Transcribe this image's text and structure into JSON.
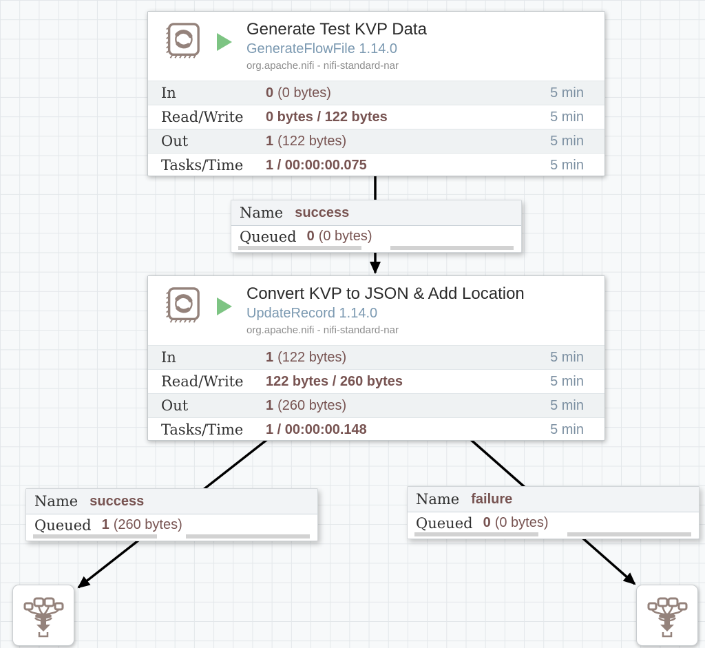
{
  "colors": {
    "canvas_bg": "#f7f9fa",
    "grid_line": "#e3e7ea",
    "stat_value_maroon": "#775351",
    "time_window_blue": "#7b8fa1",
    "processor_type_blue": "#7b99b1",
    "run_status_green": "#7dc483",
    "component_icon_brown": "#94827b",
    "wire_black": "#000000"
  },
  "icons": {
    "processor": "processor-stamp-icon",
    "run_status": "run-status-play-triangle-icon",
    "funnel": "funnel-icon"
  },
  "processors": [
    {
      "title": "Generate Test KVP Data",
      "type": "GenerateFlowFile 1.14.0",
      "bundle": "org.apache.nifi - nifi-standard-nar",
      "stats": [
        {
          "label": "In",
          "bold": "0",
          "rest": "(0 bytes)",
          "window": "5 min"
        },
        {
          "label": "Read/Write",
          "bold": "0 bytes / 122 bytes",
          "rest": "",
          "window": "5 min"
        },
        {
          "label": "Out",
          "bold": "1",
          "rest": "(122 bytes)",
          "window": "5 min"
        },
        {
          "label": "Tasks/Time",
          "bold": "1 / 00:00:00.075",
          "rest": "",
          "window": "5 min"
        }
      ]
    },
    {
      "title": "Convert KVP to JSON & Add Location",
      "type": "UpdateRecord 1.14.0",
      "bundle": "org.apache.nifi - nifi-standard-nar",
      "stats": [
        {
          "label": "In",
          "bold": "1",
          "rest": "(122 bytes)",
          "window": "5 min"
        },
        {
          "label": "Read/Write",
          "bold": "122 bytes / 260 bytes",
          "rest": "",
          "window": "5 min"
        },
        {
          "label": "Out",
          "bold": "1",
          "rest": "(260 bytes)",
          "window": "5 min"
        },
        {
          "label": "Tasks/Time",
          "bold": "1 / 00:00:00.148",
          "rest": "",
          "window": "5 min"
        }
      ]
    }
  ],
  "connections": [
    {
      "name_label": "Name",
      "name": "success",
      "queued_label": "Queued",
      "queued_bold": "0",
      "queued_rest": "(0 bytes)"
    },
    {
      "name_label": "Name",
      "name": "success",
      "queued_label": "Queued",
      "queued_bold": "1",
      "queued_rest": "(260 bytes)"
    },
    {
      "name_label": "Name",
      "name": "failure",
      "queued_label": "Queued",
      "queued_bold": "0",
      "queued_rest": "(0 bytes)"
    }
  ]
}
